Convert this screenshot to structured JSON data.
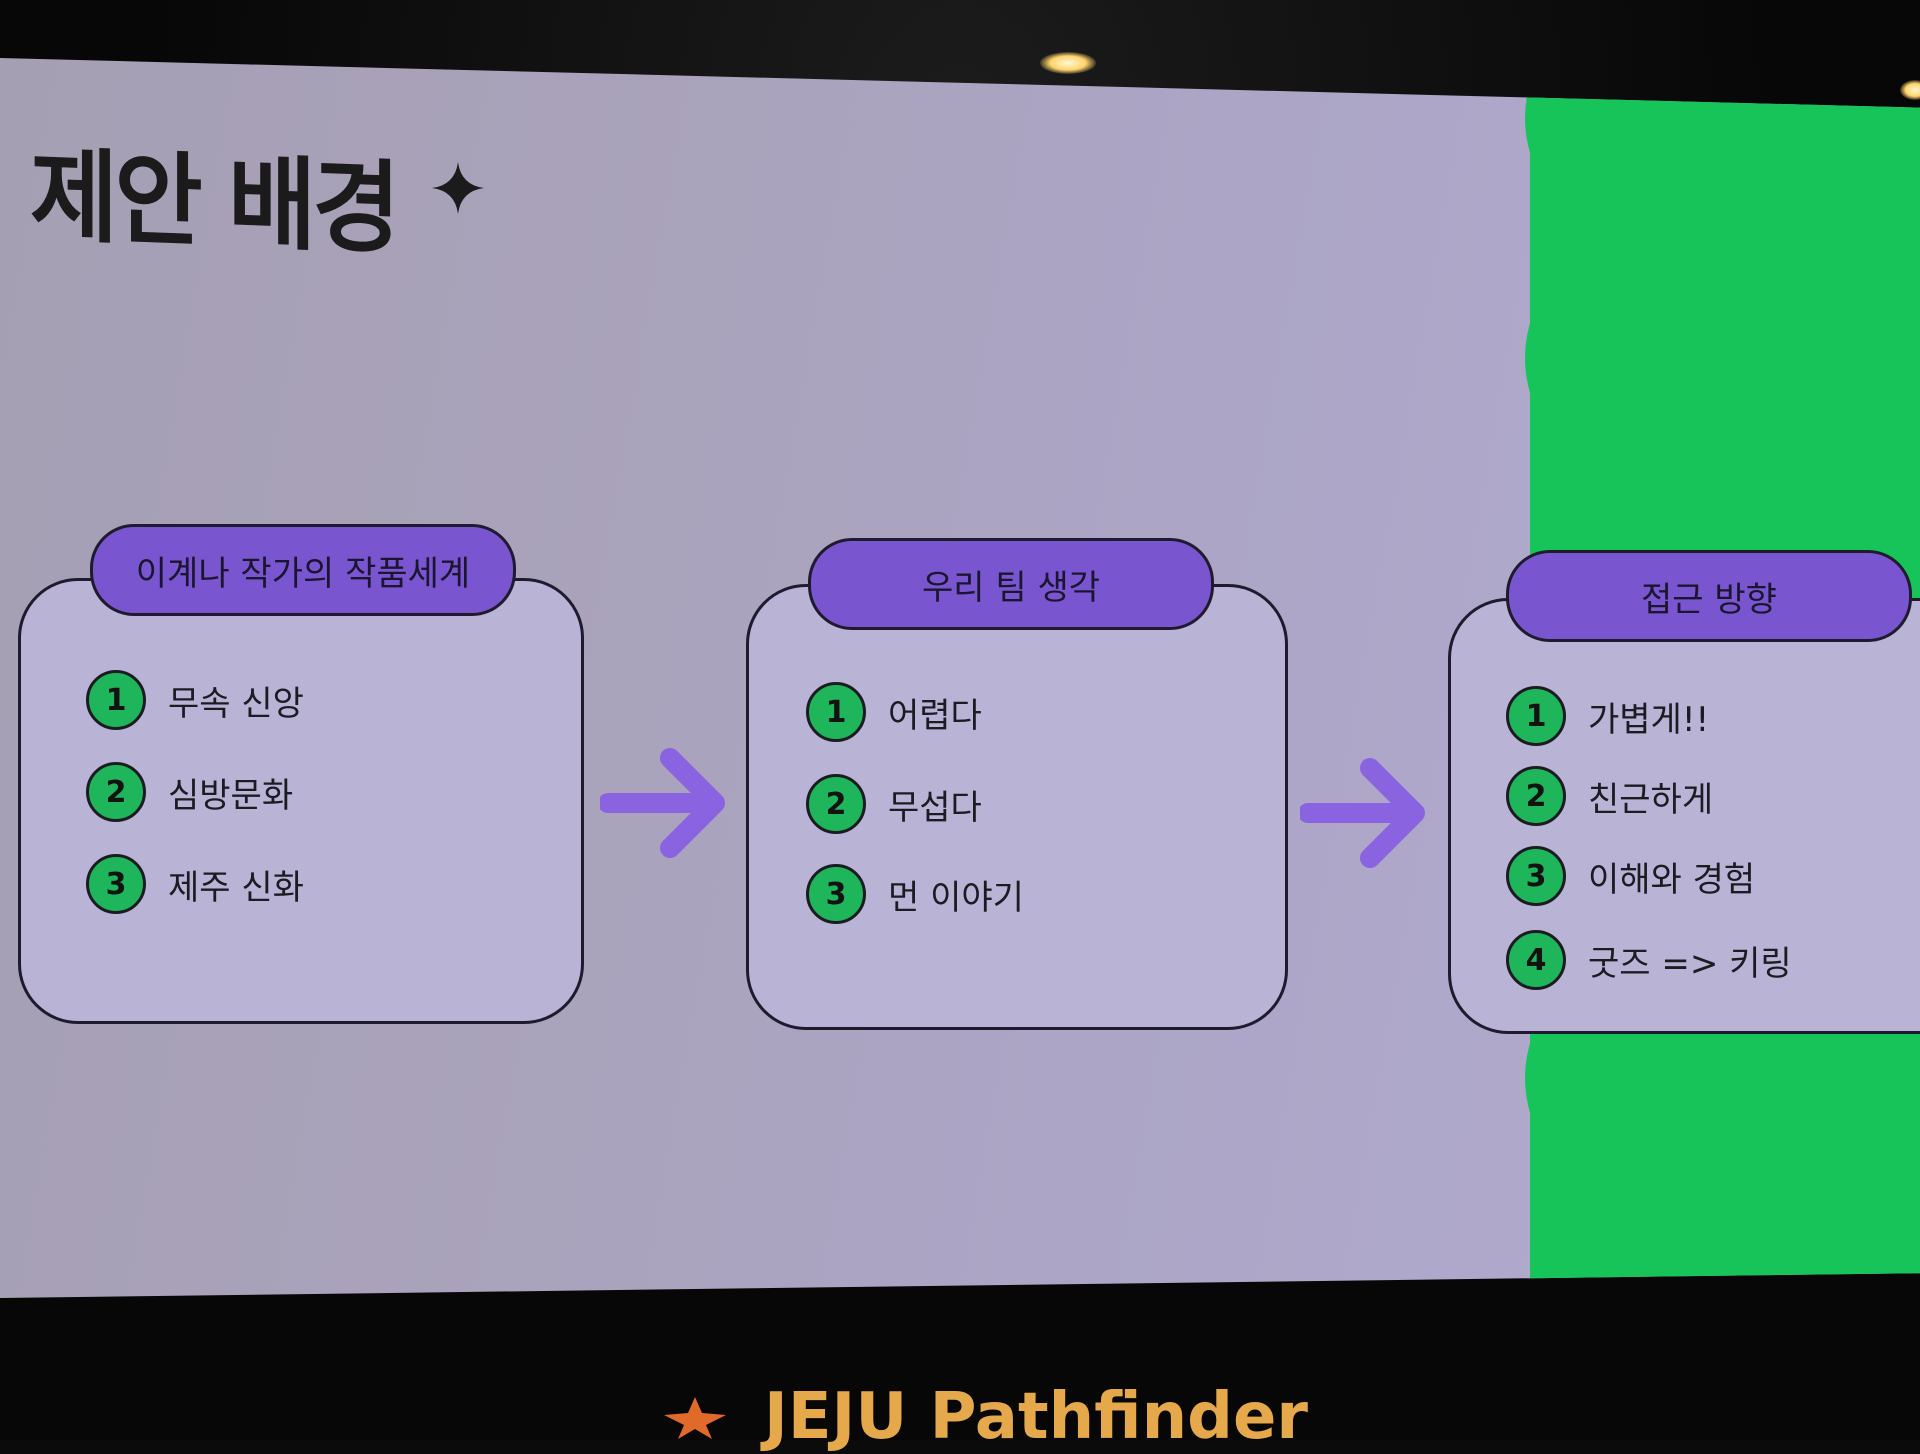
{
  "slide": {
    "title": "제안 배경",
    "colors": {
      "background": "#aca5c6",
      "accent_green": "#17c45a",
      "accent_purple": "#7a55d0",
      "card_fill": "#b9b3d6"
    },
    "cards": [
      {
        "header": "이계나 작가의 작품세계",
        "items": [
          {
            "num": "1",
            "text": "무속 신앙"
          },
          {
            "num": "2",
            "text": "심방문화"
          },
          {
            "num": "3",
            "text": "제주 신화"
          }
        ]
      },
      {
        "header": "우리 팀 생각",
        "items": [
          {
            "num": "1",
            "text": "어렵다"
          },
          {
            "num": "2",
            "text": "무섭다"
          },
          {
            "num": "3",
            "text": "먼 이야기"
          }
        ]
      },
      {
        "header": "접근 방향",
        "items": [
          {
            "num": "1",
            "text": "가볍게!!"
          },
          {
            "num": "2",
            "text": "친근하게"
          },
          {
            "num": "3",
            "text": "이해와 경험"
          },
          {
            "num": "4",
            "text": "굿즈 => 키링"
          }
        ]
      }
    ]
  },
  "banner": {
    "text": "JEJU Pathfinder"
  },
  "icons": {
    "sparkle": "sparkle-icon",
    "arrow": "arrow-right-icon",
    "banner_star": "star-icon"
  }
}
